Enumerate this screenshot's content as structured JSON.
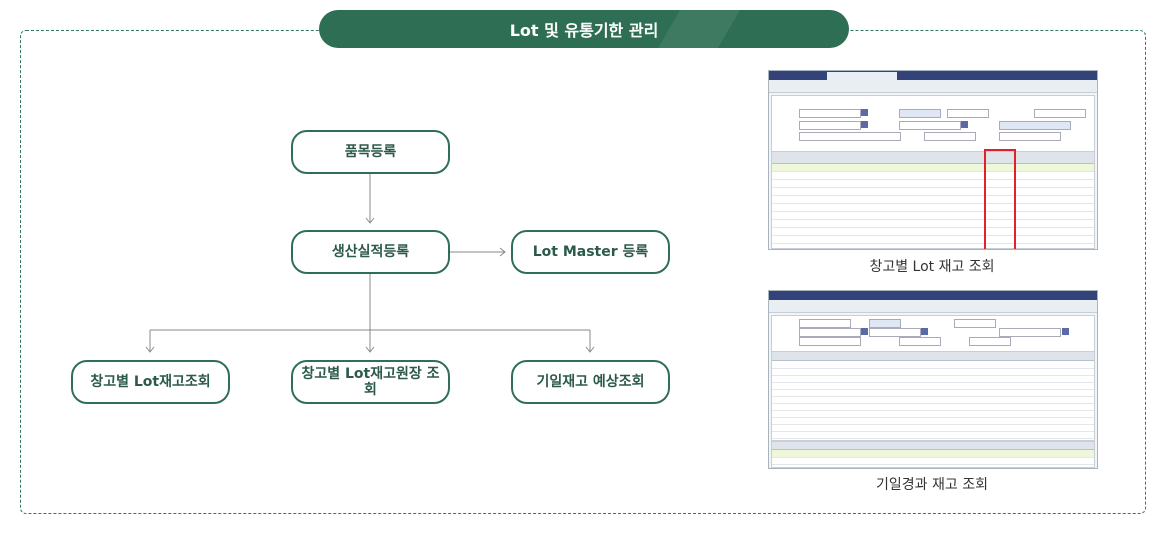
{
  "header": {
    "title": "Lot 및 유통기한 관리"
  },
  "flow": {
    "item_registration": "품목등록",
    "production_registration": "생산실적등록",
    "lot_master_registration": "Lot Master 등록",
    "warehouse_lot_stock": "창고별 Lot재고조회",
    "warehouse_lot_ledger": "창고별 Lot재고원장 조회",
    "aging_stock_forecast": "기일재고 예상조회"
  },
  "screenshots": {
    "first_caption": "창고별 Lot 재고 조회",
    "second_caption": "기일경과 재고 조회"
  },
  "colors": {
    "accent": "#2e6e55",
    "node_border": "#2f6f57",
    "highlight": "#e0202a"
  }
}
